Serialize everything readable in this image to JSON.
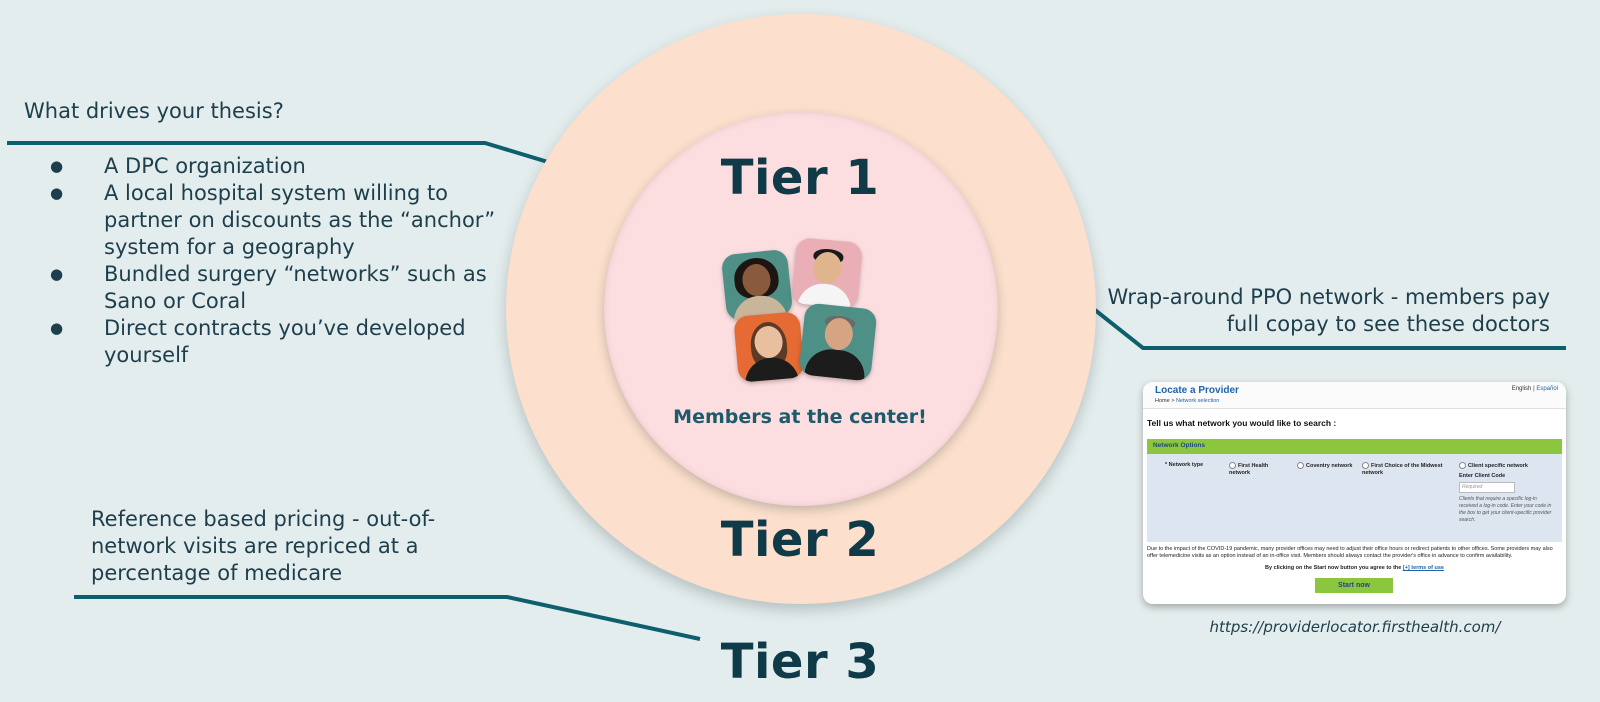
{
  "left_panel": {
    "question": "What drives your thesis?",
    "bullets": [
      "A DPC organization",
      "A local hospital system willing to partner on discounts as the “anchor” system for a geography",
      "Bundled surgery “networks” such as Sano or Coral",
      "Direct contracts you’ve developed yourself"
    ],
    "reference_pricing": "Reference based pricing - out-of-network visits are repriced at a percentage of medicare"
  },
  "tiers": {
    "tier1": "Tier 1",
    "tier2": "Tier 2",
    "tier3": "Tier 3",
    "center_caption": "Members at the center!"
  },
  "right_panel": {
    "wrap_around": "Wrap-around PPO network - members pay full copay to see these doctors",
    "url": "https://providerlocator.firsthealth.com/"
  },
  "screenshot": {
    "title": "Locate a Provider",
    "breadcrumb_home": "Home",
    "breadcrumb_sep": ">",
    "breadcrumb_current": "Network selection",
    "lang_en": "English",
    "lang_sep": "|",
    "lang_es": "Español",
    "question": "Tell us what network you would like to search :",
    "section_title": "Network Options",
    "network_type_label": "* Network type",
    "options": [
      "First Health network",
      "Coventry network",
      "First Choice of the Midwest network",
      "Client specific network"
    ],
    "client_code_label": "Enter Client Code",
    "client_code_placeholder": "Required",
    "client_help": "Clients that require a specific log-in received a log-in code. Enter your code in the box to get your client-specific provider search.",
    "notice": "Due to the impact of the COVID-19 pandemic, many provider offices may need to adjust their office hours or redirect patients to other offices. Some providers may also offer telemedicine visits as an option instead of an in-office visit. Members should always contact the provider's office in advance to confirm availability.",
    "terms_prefix": "By clicking on the Start now button you agree to the",
    "terms_link": "[+] terms of use",
    "start_button": "Start now"
  },
  "colors": {
    "background": "#e4eded",
    "outer_circle": "#fcdfcc",
    "inner_circle": "#fcdde0",
    "text_dark": "#0f3a48",
    "connector_line": "#0e5f6e",
    "accent_green": "#8cc63f"
  }
}
